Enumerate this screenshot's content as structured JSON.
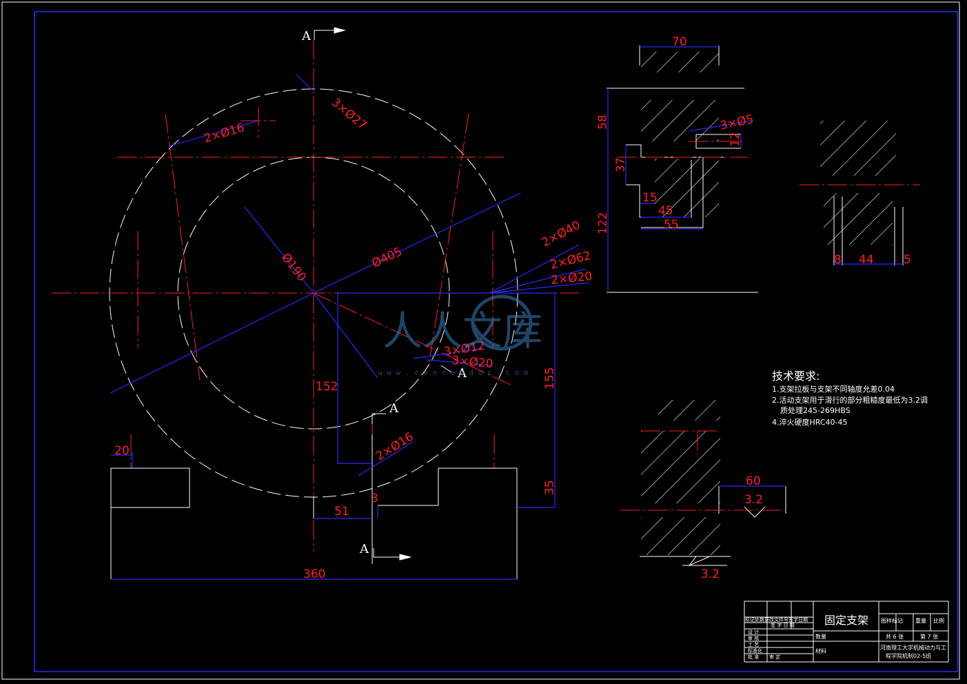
{
  "section_labels": [
    "A",
    "A",
    "A",
    "A"
  ],
  "dims": {
    "d_2x16_top": "2×Ø16",
    "d_3x27": "3×Ø27",
    "d_190": "Ø190",
    "d_405": "Ø405",
    "d_2x40": "2×Ø40",
    "d_2x62": "2×Ø62",
    "d_2x20": "2×Ø20",
    "d_3x12": "3×Ø12",
    "d_3x20": "3×Ø20",
    "d_152": "152",
    "d_155": "155",
    "d_2x16_bot": "2×Ø16",
    "d_20": "20",
    "d_35": "35",
    "d_3": "3",
    "d_51": "51",
    "d_360": "360",
    "d_70": "70",
    "d_58": "58",
    "d_3x5": "3×Ø5",
    "d_12": "12",
    "d_37": "37",
    "d_15": "15",
    "d_45": "45",
    "d_55": "55",
    "d_122": "122",
    "d_8": "8",
    "d_44": "44",
    "d_5": "5",
    "d_60": "60",
    "rough_1": "3.2",
    "rough_2": "3.2"
  },
  "tech": {
    "heading": "技术要求:",
    "lines": [
      "1.支架拉板与支架不同轴度允差0.04",
      "2.活动支架用于滑行的部分粗糙度最低为3.2调",
      "质处理245-269HBS",
      "4.淬火硬度HRC40-45"
    ]
  },
  "watermark": {
    "text": "人人文库",
    "url": "w w w . r e n r e n d o c . c o m"
  },
  "title_block": {
    "part_name": "固定支架",
    "headers": [
      "图样标记",
      "重量",
      "比例"
    ],
    "count_label": "数量",
    "material_label": "材料",
    "sheet_total": "共 6 张",
    "sheet_no": "第 7 张",
    "school": "河南理工大学机械动力与工",
    "school2": "程学院机制02-5班",
    "rev_header": "标记处数更改文件号签字日期",
    "sign_row": "签 字 日 期",
    "roles": [
      "设 计",
      "审 核",
      "工 艺",
      "标准化",
      "批 准",
      "审 定"
    ]
  }
}
